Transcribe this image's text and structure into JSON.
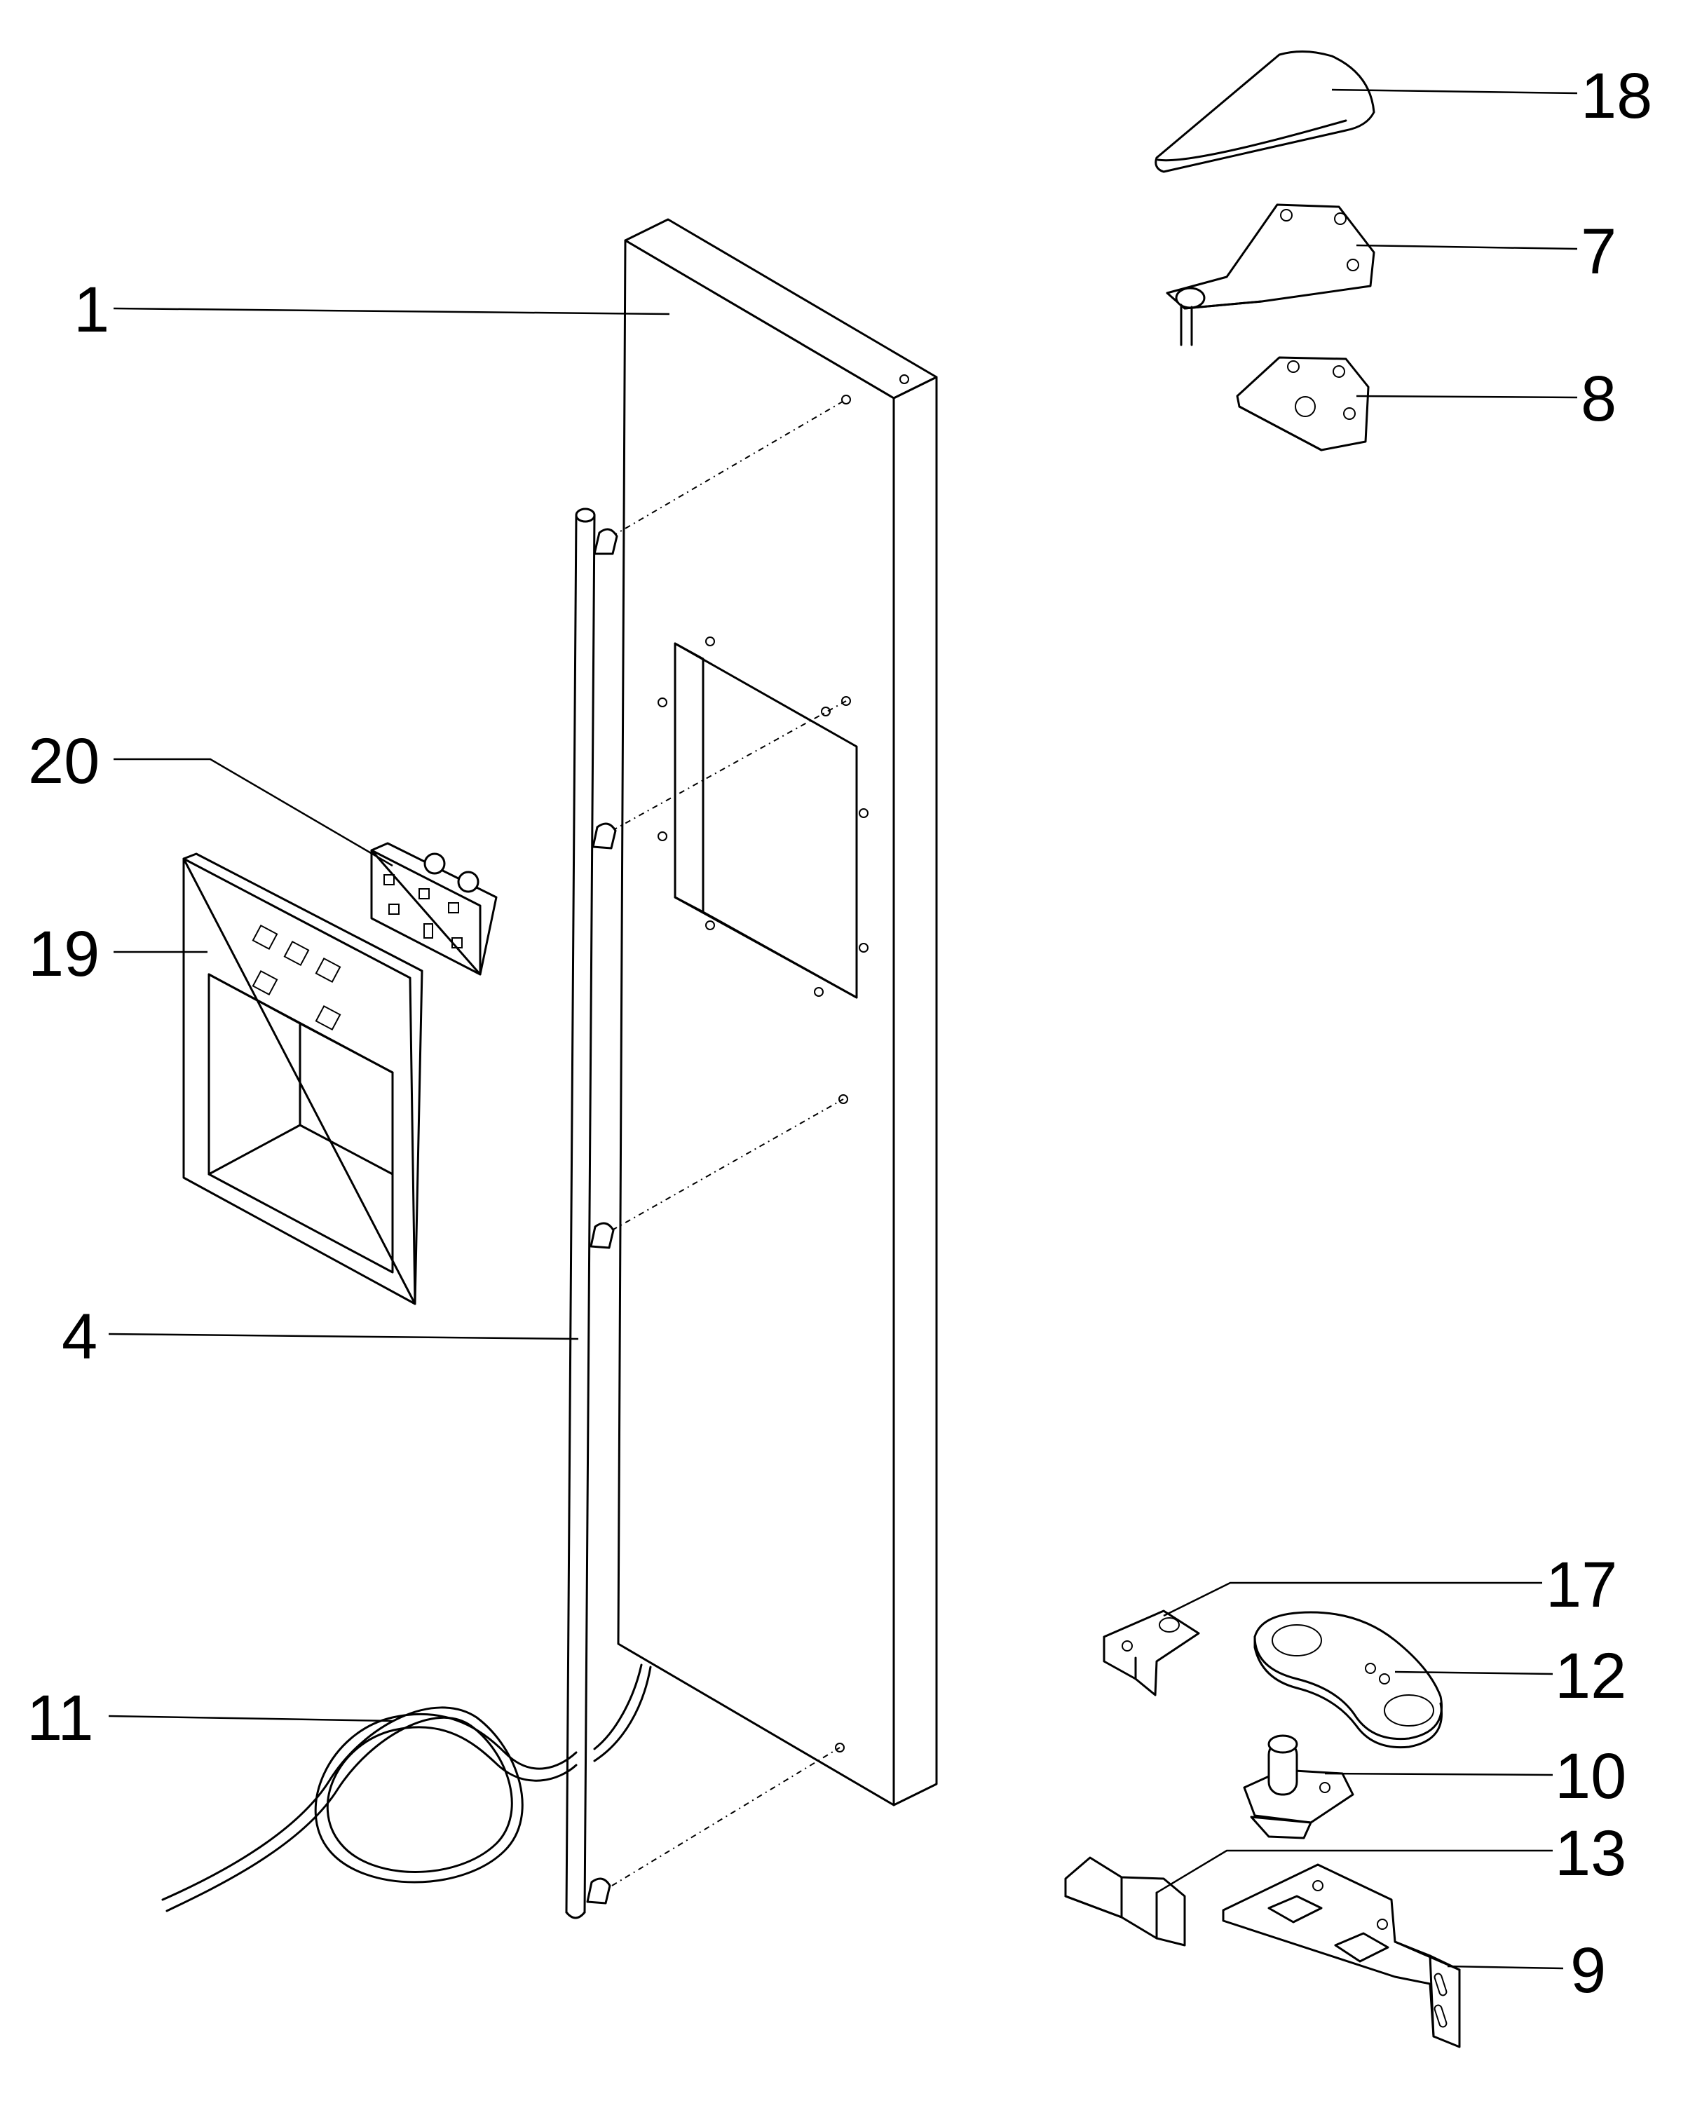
{
  "diagram": {
    "callouts": [
      {
        "id": "1",
        "label": "1"
      },
      {
        "id": "4",
        "label": "4"
      },
      {
        "id": "7",
        "label": "7"
      },
      {
        "id": "8",
        "label": "8"
      },
      {
        "id": "9",
        "label": "9"
      },
      {
        "id": "10",
        "label": "10"
      },
      {
        "id": "11",
        "label": "11"
      },
      {
        "id": "12",
        "label": "12"
      },
      {
        "id": "13",
        "label": "13"
      },
      {
        "id": "17",
        "label": "17"
      },
      {
        "id": "18",
        "label": "18"
      },
      {
        "id": "19",
        "label": "19"
      },
      {
        "id": "20",
        "label": "20"
      }
    ]
  }
}
